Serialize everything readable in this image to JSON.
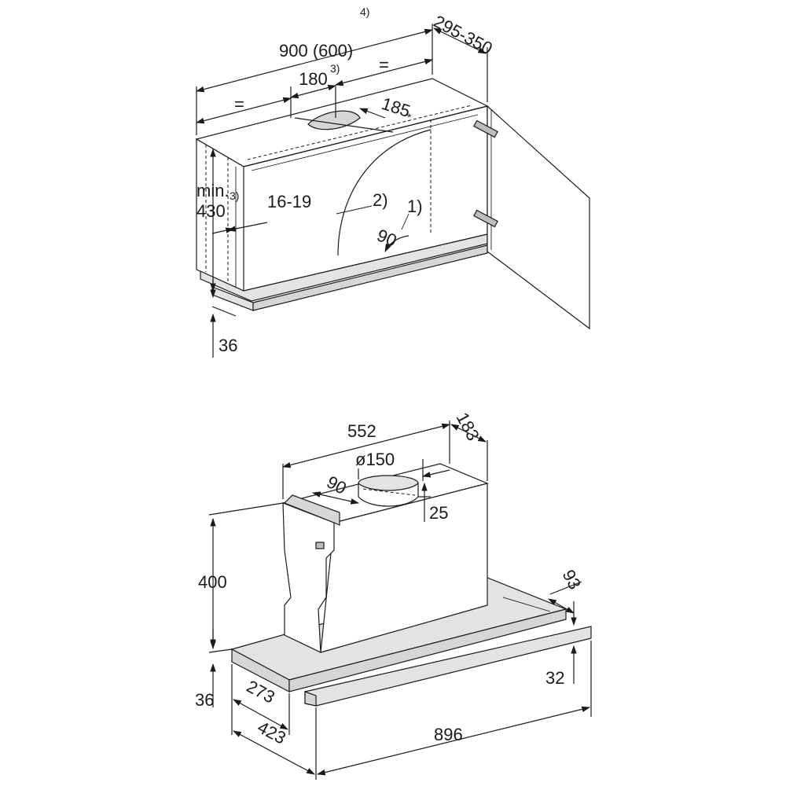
{
  "cabinet": {
    "dims": {
      "width": "900 (600)",
      "width_note": "4)",
      "depth": "295-350",
      "cutout": "180",
      "cutout_note": "3)",
      "equal_left": "=",
      "equal_right": "=",
      "duct": "185",
      "duct_mark": "*",
      "height_min": "min.",
      "height_value": "430",
      "height_note": "3)",
      "side_thickness": "16-19",
      "angle": "90",
      "bottom": "36"
    },
    "notes": {
      "n1": "1)",
      "n2": "2)"
    }
  },
  "hood": {
    "dims": {
      "body_width": "552",
      "body_depth": "183",
      "outlet_diameter": "ø150",
      "outlet_offset": "90",
      "outlet_height": "25",
      "total_height": "400",
      "panel_depth": "93",
      "panel_thickness_right": "32",
      "panel_thickness_left": "36",
      "inner_depth": "273",
      "outer_depth": "423",
      "panel_width": "896"
    }
  }
}
